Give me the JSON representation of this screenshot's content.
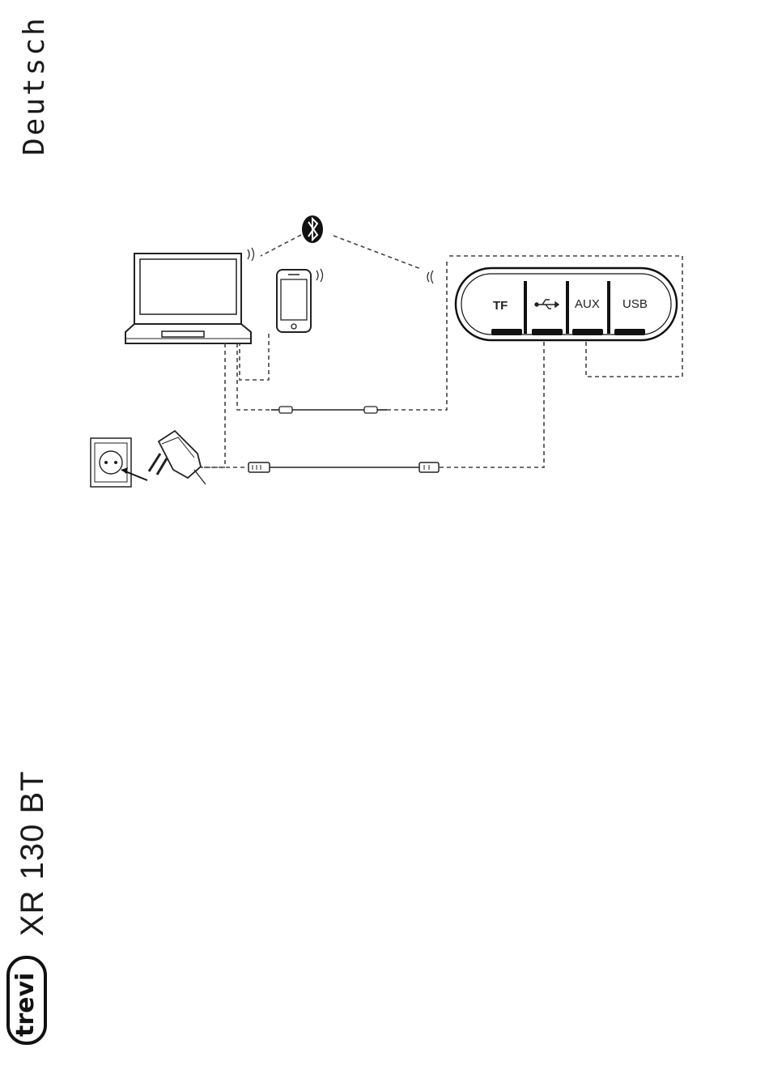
{
  "page": {
    "language": "Deutsch",
    "model": "XR 130 BT",
    "brand_logo": "trevi"
  },
  "diagram": {
    "ports": {
      "tf": "TF",
      "aux": "AUX",
      "usb": "USB"
    },
    "icons": [
      "bluetooth-icon",
      "laptop-icon",
      "smartphone-icon",
      "wall-socket-icon",
      "power-adapter-icon",
      "usb-symbol-icon",
      "signal-waves-icon"
    ]
  }
}
